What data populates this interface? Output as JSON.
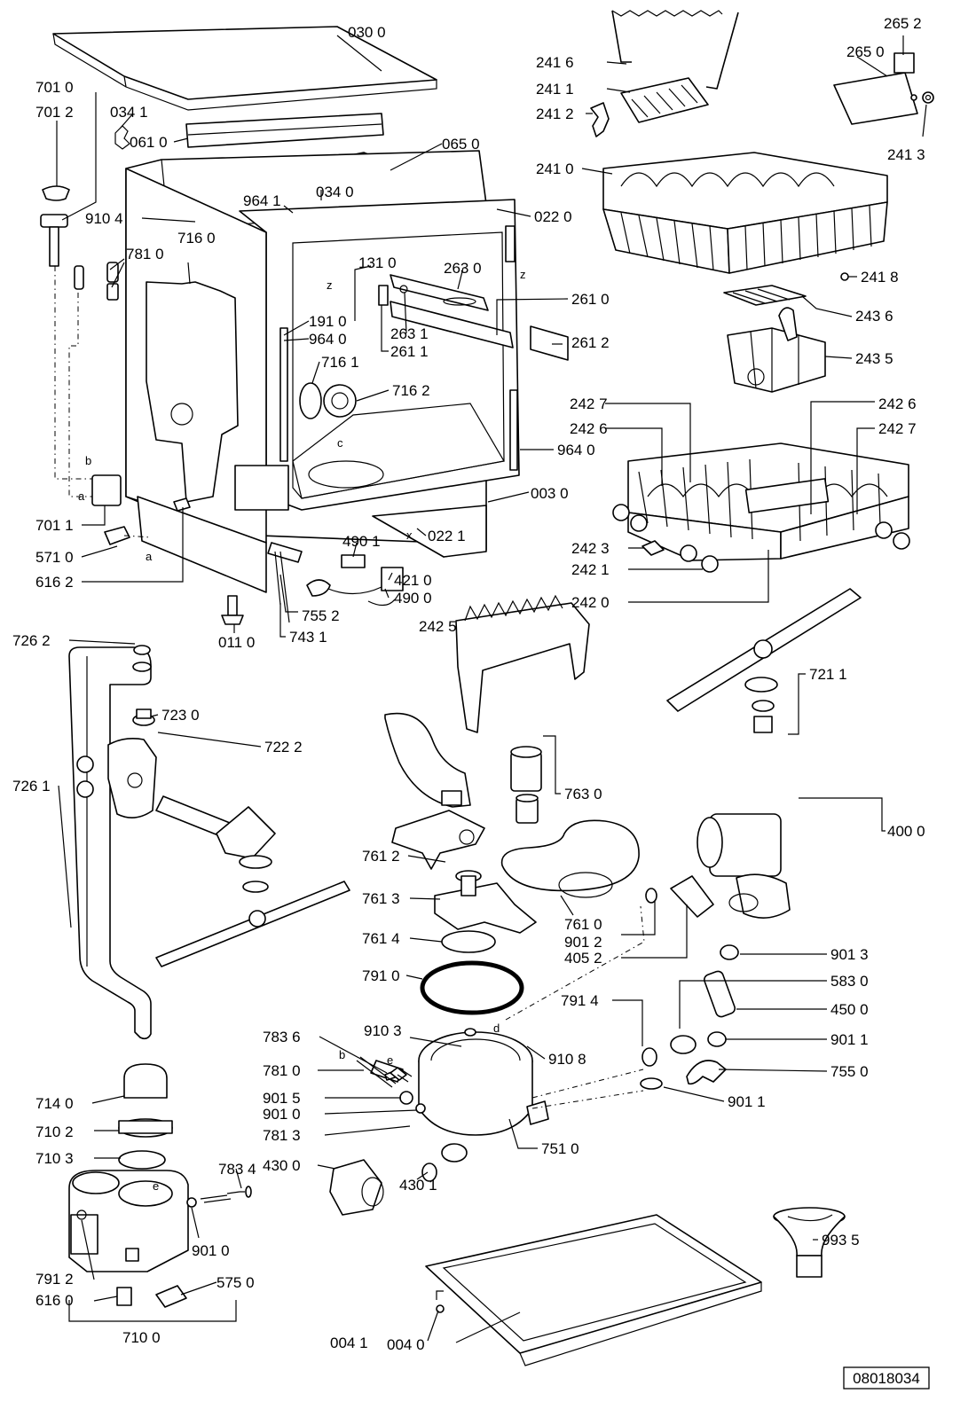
{
  "document_id": "08018034",
  "part_labels": [
    "030 0",
    "034 1",
    "061 0",
    "065 0",
    "034 0",
    "964 1",
    "022 0",
    "910 4",
    "716 0",
    "781 0",
    "701 0",
    "701 2",
    "131 0",
    "263 0",
    "261 0",
    "263 1",
    "261 1",
    "261 2",
    "191 0",
    "964 0",
    "716 1",
    "716 2",
    "964 0",
    "003 0",
    "701 1",
    "571 0",
    "616 2",
    "490 1",
    "421 0",
    "490 0",
    "022 1",
    "755 2",
    "743 1",
    "011 0",
    "241 6",
    "241 1",
    "241 2",
    "241 0",
    "265 2",
    "265 0",
    "241 3",
    "241 8",
    "243 6",
    "243 5",
    "242 7",
    "242 6",
    "242 6",
    "242 7",
    "242 3",
    "242 1",
    "242 0",
    "242 5",
    "721 1",
    "726 2",
    "723 0",
    "722 2",
    "726 1",
    "763 0",
    "761 2",
    "761 3",
    "761 4",
    "761 0",
    "901 2",
    "405 2",
    "400 0",
    "791 0",
    "901 3",
    "583 0",
    "450 0",
    "791 4",
    "901 1",
    "783 6",
    "910 3",
    "910 8",
    "781 0",
    "901 5",
    "901 0",
    "781 3",
    "755 0",
    "901 1",
    "751 0",
    "430 0",
    "430 1",
    "714 0",
    "710 2",
    "710 3",
    "783 4",
    "901 0",
    "791 2",
    "616 0",
    "575 0",
    "710 0",
    "993 5",
    "004 1",
    "004 0"
  ],
  "letter_marks": [
    "z",
    "z",
    "c",
    "b",
    "a",
    "a",
    "x",
    "b",
    "e",
    "d",
    "e"
  ]
}
